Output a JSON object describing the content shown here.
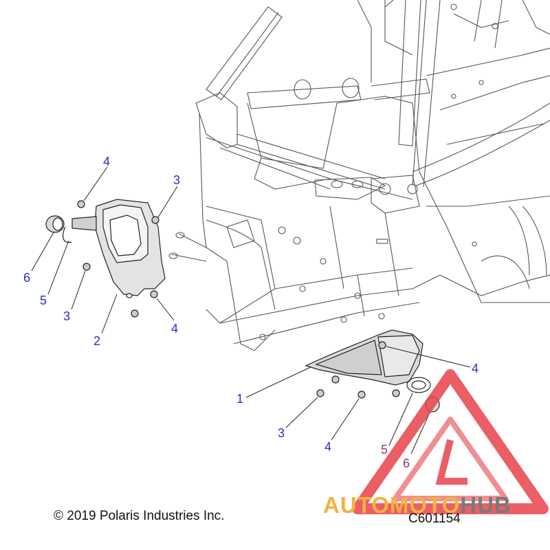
{
  "callouts": [
    {
      "id": "c1",
      "label": "1"
    },
    {
      "id": "c2",
      "label": "2"
    },
    {
      "id": "c3a",
      "label": "3"
    },
    {
      "id": "c3b",
      "label": "3"
    },
    {
      "id": "c3c",
      "label": "3"
    },
    {
      "id": "c4a",
      "label": "4"
    },
    {
      "id": "c4b",
      "label": "4"
    },
    {
      "id": "c4c",
      "label": "4"
    },
    {
      "id": "c4d",
      "label": "4"
    },
    {
      "id": "c5a",
      "label": "5"
    },
    {
      "id": "c5b",
      "label": "5"
    },
    {
      "id": "c6a",
      "label": "6"
    },
    {
      "id": "c6b",
      "label": "6"
    }
  ],
  "copyright": "© 2019 Polaris Industries Inc.",
  "diagram_id": "C601154",
  "watermark": {
    "text_part1": "AUTOMOTO",
    "text_part2": "HUB",
    "color_primary": "#f4b13f",
    "color_secondary": "#7a7a7a",
    "logo_color": "#e8434b"
  },
  "colors": {
    "callout_blue": "#2a2ad0",
    "callout_overlay": "#8e3a6e",
    "line": "#222222",
    "part_fill": "#d9d9d9"
  }
}
